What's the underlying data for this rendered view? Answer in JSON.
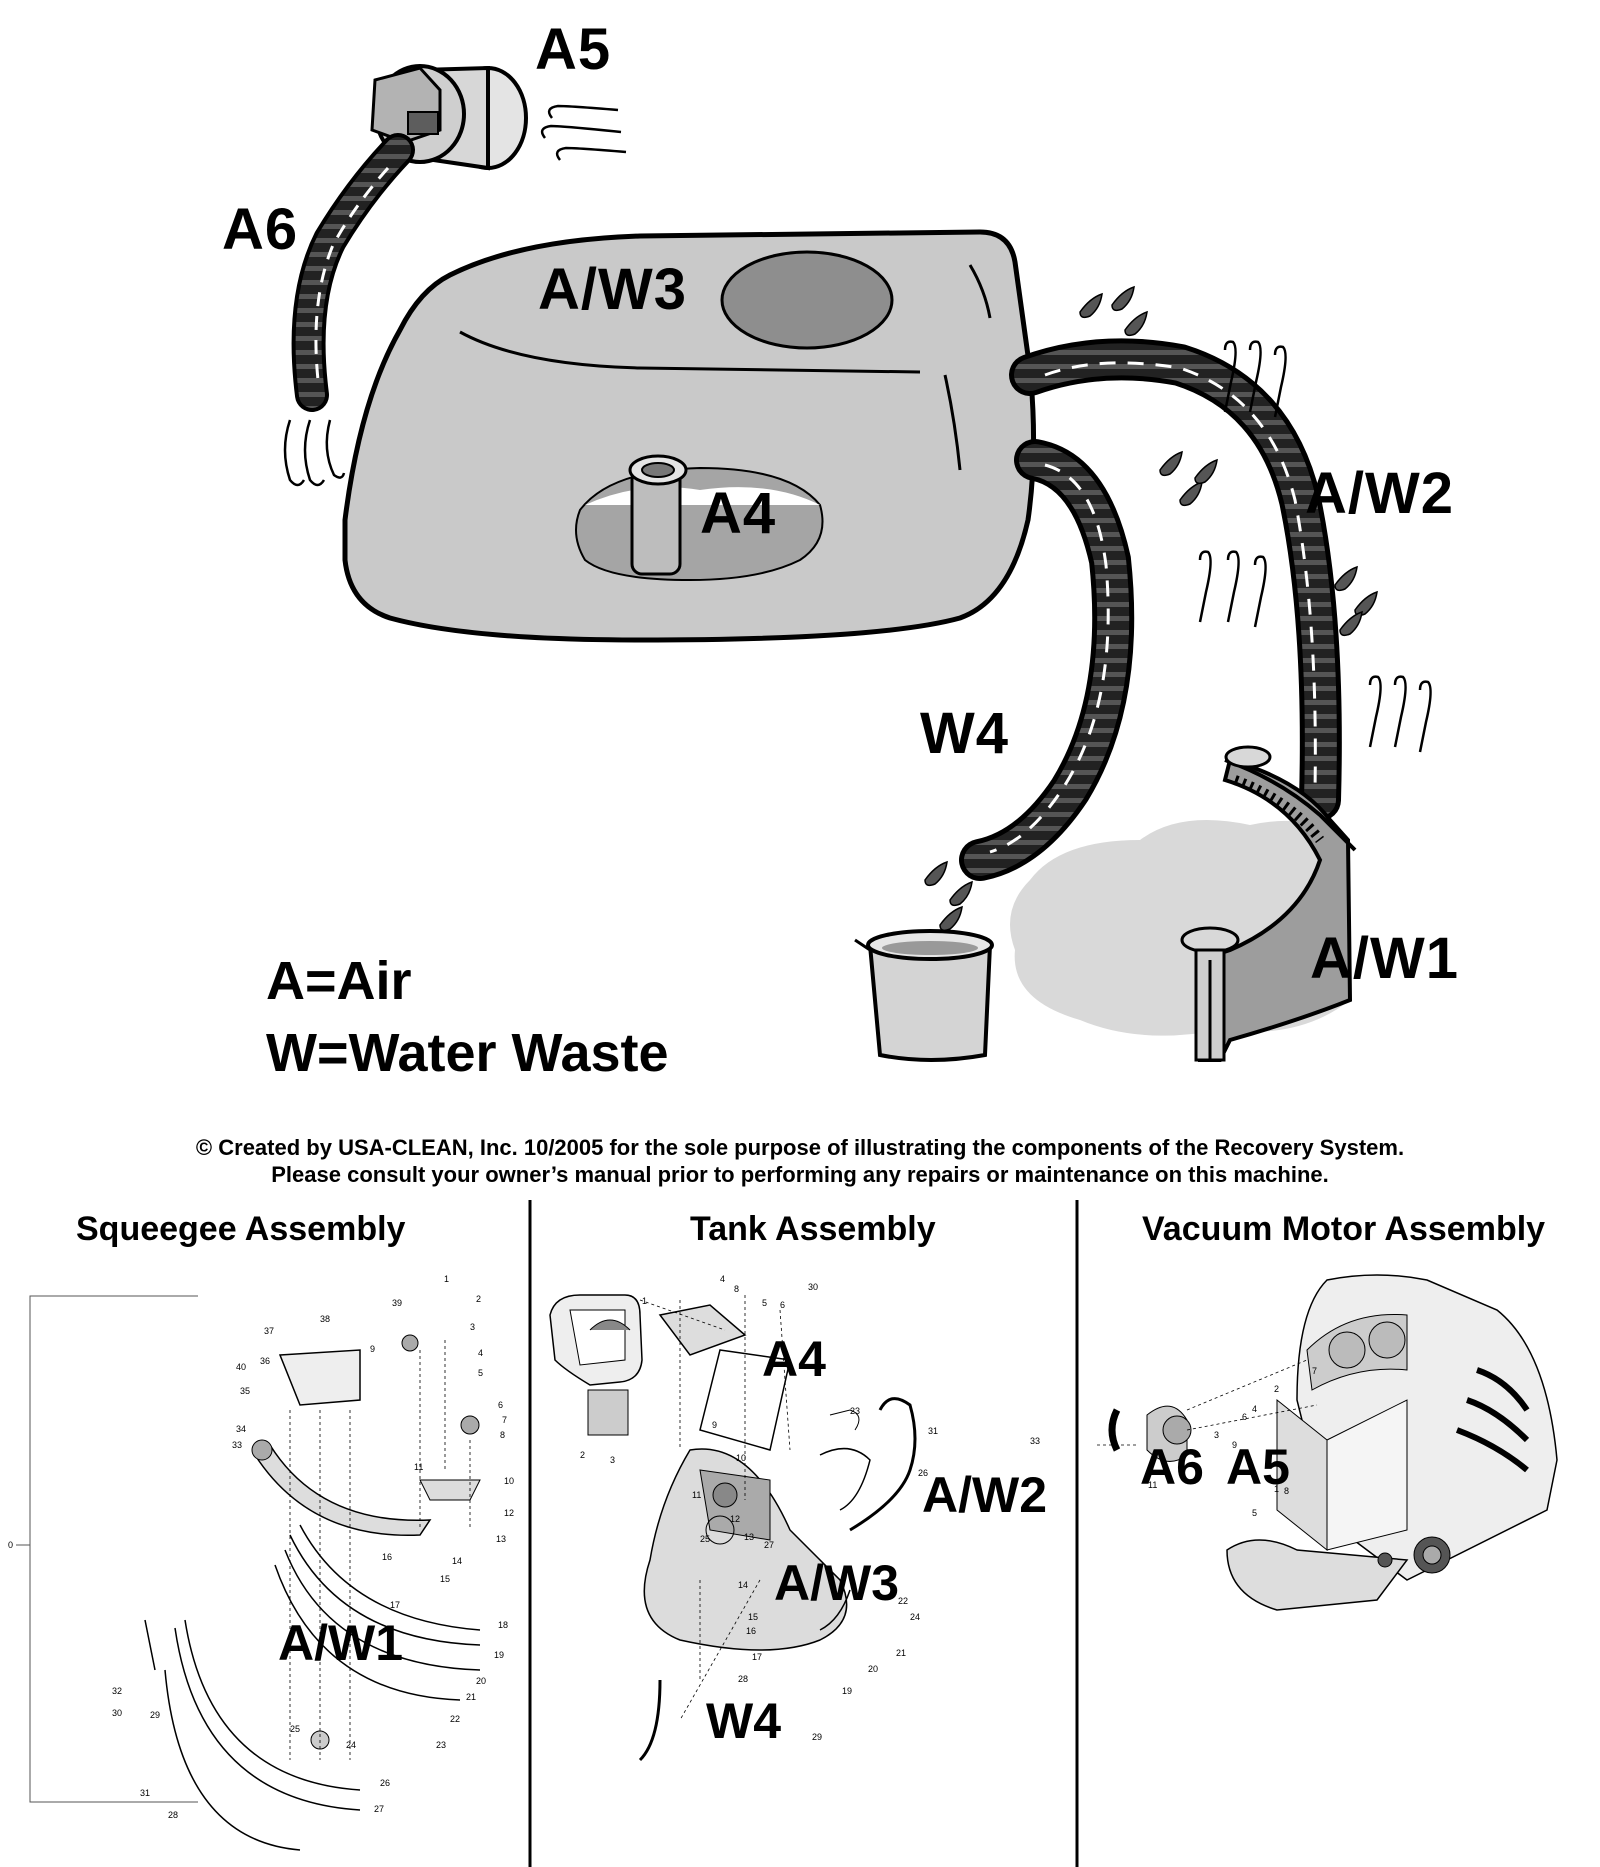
{
  "diagram": {
    "labels": {
      "a5": "A5",
      "a6": "A6",
      "aw3": "A/W3",
      "a4": "A4",
      "aw2": "A/W2",
      "w4": "W4",
      "aw1": "A/W1"
    },
    "legend": {
      "air": "A=Air",
      "water": "W=Water Waste"
    },
    "copyright": {
      "line1": "© Created by USA-CLEAN, Inc. 10/2005 for the sole purpose of illustrating the components of the Recovery System.",
      "line2": "Please consult your owner’s manual prior to performing any repairs or maintenance on this machine."
    }
  },
  "panels": {
    "squeegee": {
      "title": "Squeegee Assembly",
      "marker": "A/W1",
      "axis_zero": "0",
      "parts": [
        "1",
        "2",
        "3",
        "4",
        "5",
        "6",
        "7",
        "8",
        "9",
        "10",
        "11",
        "12",
        "13",
        "14",
        "15",
        "16",
        "17",
        "18",
        "19",
        "20",
        "21",
        "22",
        "23",
        "24",
        "25",
        "26",
        "27",
        "28",
        "29",
        "30",
        "31",
        "32",
        "33",
        "34",
        "35",
        "36",
        "37",
        "38",
        "39",
        "40"
      ]
    },
    "tank": {
      "title": "Tank Assembly",
      "markers": {
        "a4": "A4",
        "aw2": "A/W2",
        "aw3": "A/W3",
        "w4": "W4"
      },
      "parts": [
        "1",
        "2",
        "3",
        "4",
        "5",
        "6",
        "8",
        "9",
        "10",
        "11",
        "12",
        "13",
        "14",
        "15",
        "16",
        "17",
        "19",
        "20",
        "21",
        "22",
        "23",
        "24",
        "25",
        "26",
        "27",
        "28",
        "29",
        "30",
        "31",
        "33"
      ]
    },
    "vacuum": {
      "title": "Vacuum Motor Assembly",
      "markers": {
        "a6": "A6",
        "a5": "A5"
      },
      "parts": [
        "1",
        "2",
        "3",
        "4",
        "5",
        "6",
        "7",
        "8",
        "9",
        "11"
      ]
    }
  }
}
